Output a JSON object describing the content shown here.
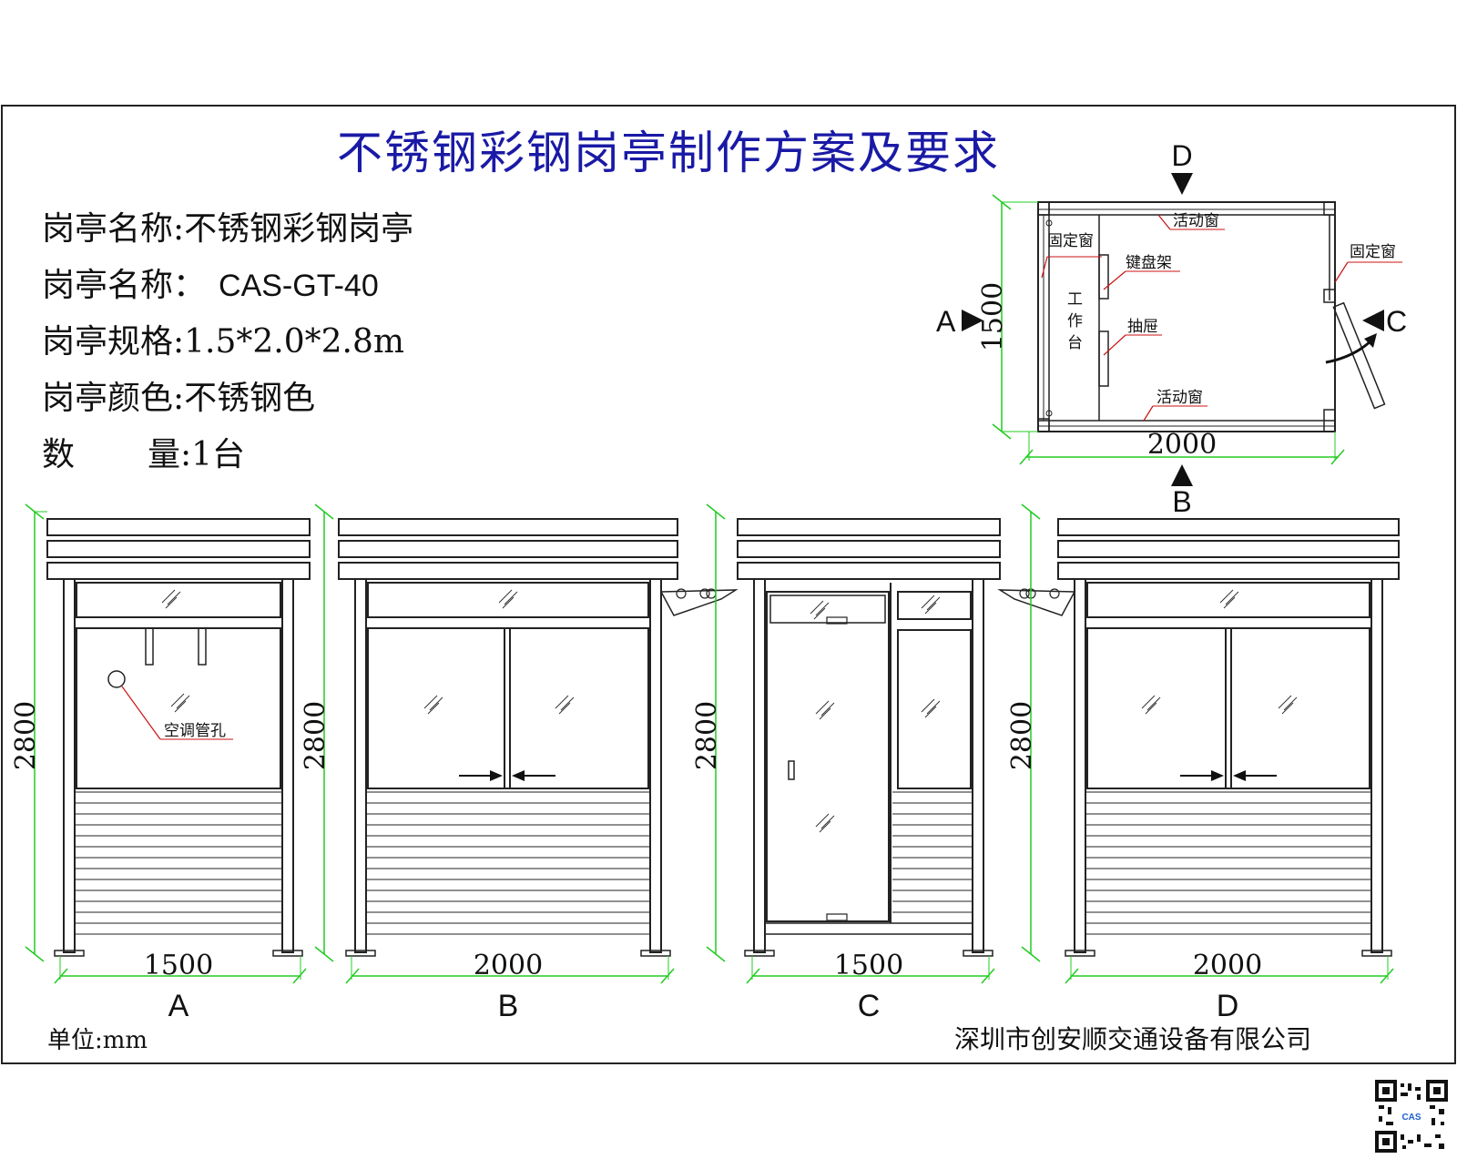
{
  "title": "不锈钢彩钢岗亭制作方案及要求",
  "specs": {
    "name1_label": "岗亭名称:",
    "name1_value": "不锈钢彩钢岗亭",
    "name2_label": "岗亭名称：",
    "name2_value": "CAS-GT-40",
    "size_label": "岗亭规格:",
    "size_value": "1.5*2.0*2.8m",
    "color_label": "岗亭颜色:",
    "color_value": "不锈钢色",
    "qty_label_a": "数",
    "qty_label_b": "量:",
    "qty_value": "1台"
  },
  "plan": {
    "dim_width": "2000",
    "dim_depth": "1500",
    "view_a": "A",
    "view_b": "B",
    "view_c": "C",
    "view_d": "D",
    "label_fixed_window_left": "固定窗",
    "label_fixed_window_right": "固定窗",
    "label_sliding_window_top": "活动窗",
    "label_sliding_window_bottom": "活动窗",
    "label_keyboard_shelf": "键盘架",
    "label_drawer": "抽屉",
    "label_workbench_1": "工",
    "label_workbench_2": "作",
    "label_workbench_3": "台"
  },
  "elevations": {
    "a": {
      "height": "2800",
      "width": "1500",
      "label": "A",
      "note": "空调管孔"
    },
    "b": {
      "height": "2800",
      "width": "2000",
      "label": "B"
    },
    "c": {
      "height": "2800",
      "width": "1500",
      "label": "C"
    },
    "d": {
      "height": "2800",
      "width": "2000",
      "label": "D"
    }
  },
  "footer": {
    "unit": "单位:mm",
    "company": "深圳市创安顺交通设备有限公司",
    "qr_logo": "CAS"
  },
  "colors": {
    "title": "#1a1aa6",
    "line": "#222222",
    "dimension": "#22cc22",
    "leader": "#cc1111"
  }
}
